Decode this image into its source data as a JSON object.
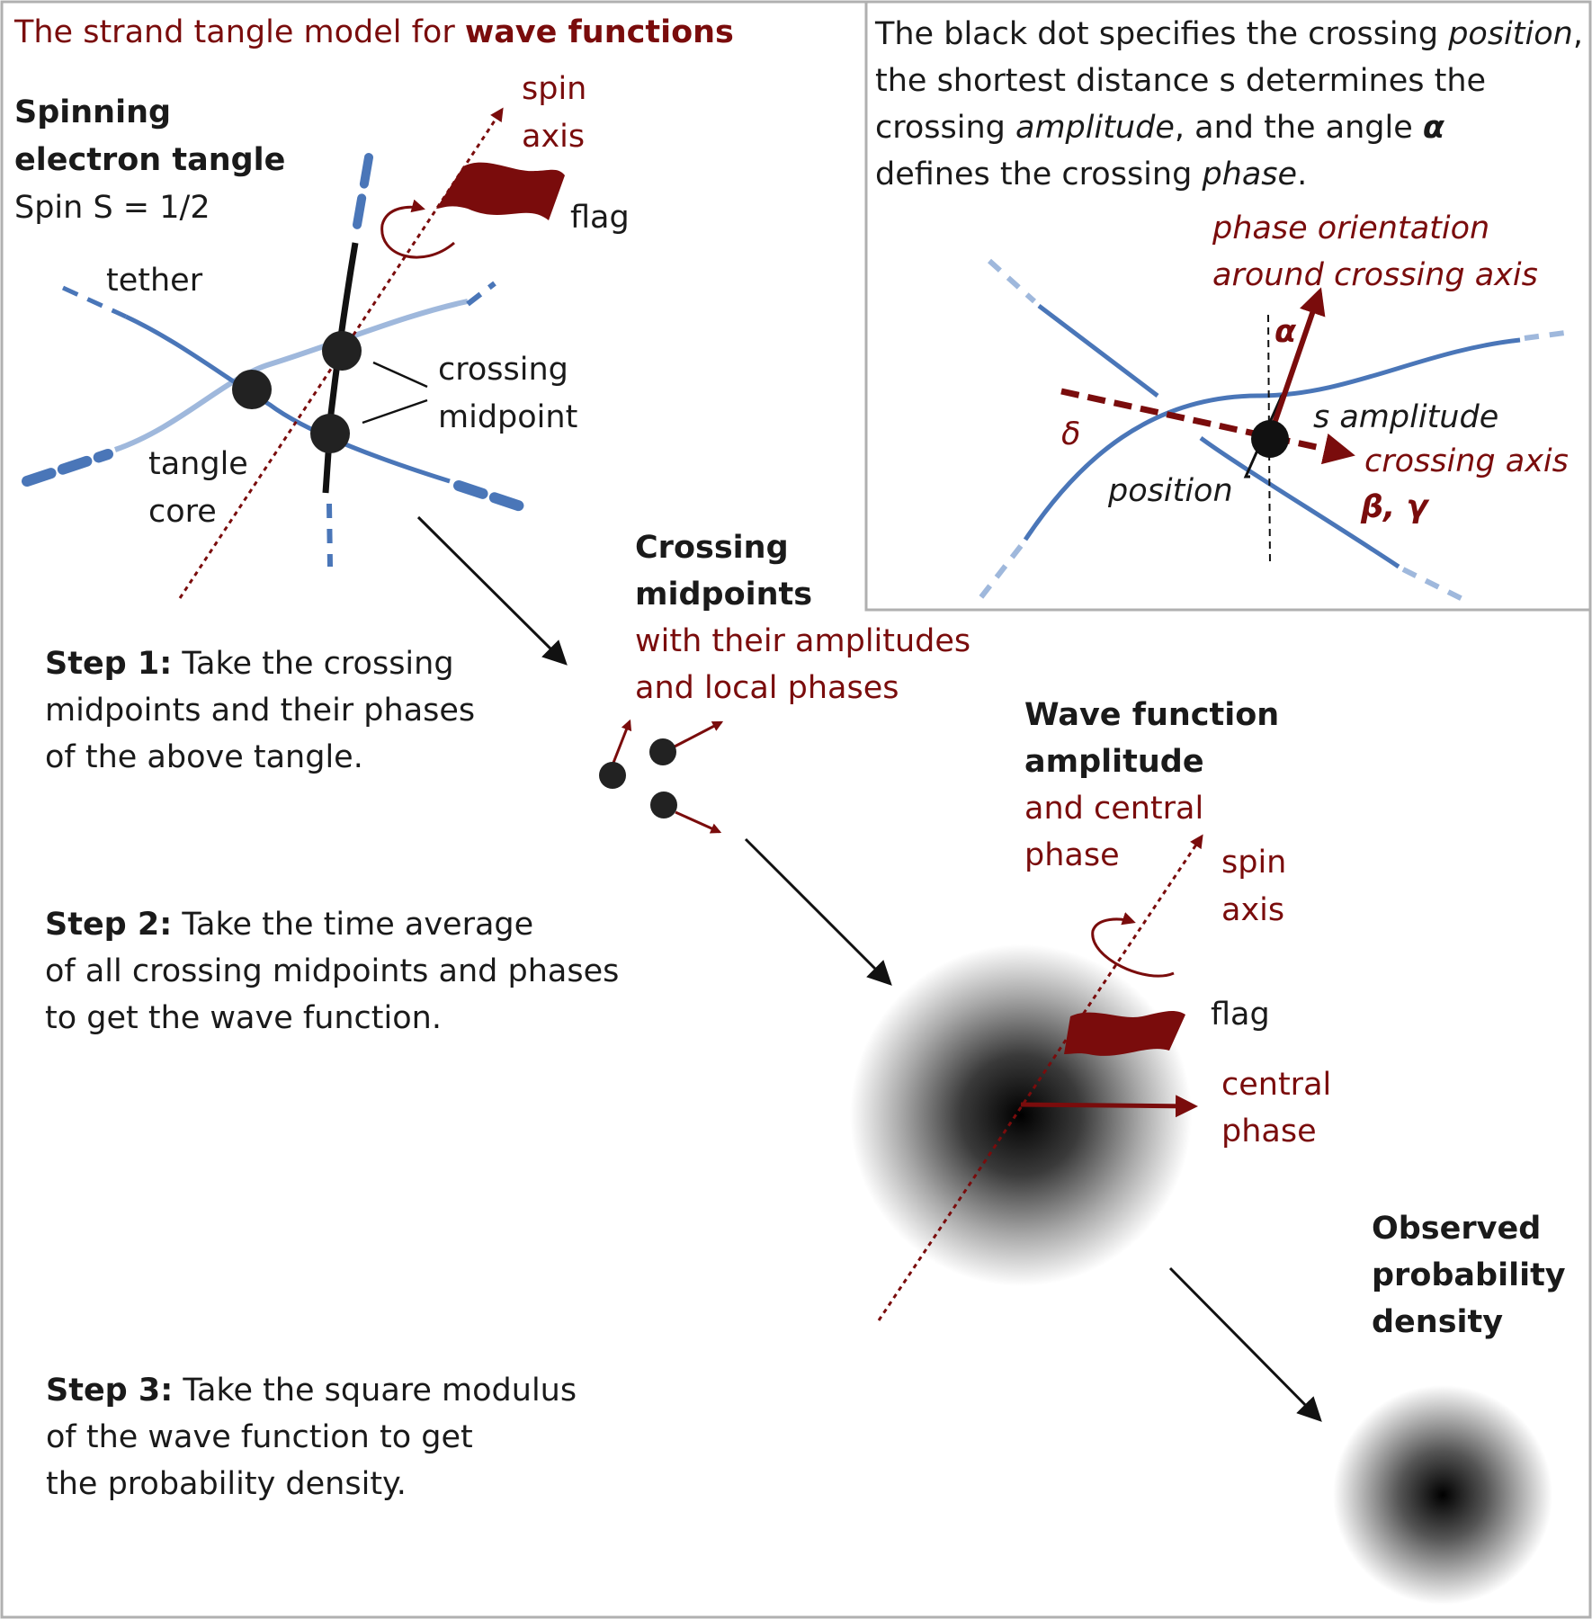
{
  "colors": {
    "accent_red": "#7a0c0c",
    "strand_blue": "#4a76b8",
    "strand_light_blue": "#9fb8dc",
    "text_black": "#1a1a1a",
    "frame_gray": "#b0b0b0"
  },
  "title": {
    "prefix": "The strand tangle model for ",
    "emphasis": "wave functions"
  },
  "inset": {
    "line1_a": "The black dot specifies the crossing ",
    "line1_b": "position",
    "line1_c": ",",
    "line2": "the shortest distance s determines the",
    "line3_a": "crossing ",
    "line3_b": "amplitude",
    "line3_c": ", and the angle ",
    "line3_d": "α",
    "line4_a": "defines the crossing ",
    "line4_b": "phase",
    "line4_c": ".",
    "labels": {
      "phase_orientation_1": "phase orientation",
      "phase_orientation_2": "around crossing axis",
      "alpha": "α",
      "delta": "δ",
      "s_amplitude": "s amplitude",
      "crossing_axis": "crossing axis",
      "beta_gamma": "β, γ",
      "position": "position"
    }
  },
  "tangle": {
    "heading_1": "Spinning",
    "heading_2": "electron tangle",
    "spin_value": "Spin S = 1/2",
    "spin_axis_1": "spin",
    "spin_axis_2": "axis",
    "flag": "flag",
    "tether": "tether",
    "crossing_1": "crossing",
    "crossing_2": "midpoint",
    "core_1": "tangle",
    "core_2": "core"
  },
  "midpoints": {
    "heading_1": "Crossing",
    "heading_2": "midpoints",
    "sub_1": "with their amplitudes",
    "sub_2": "and local phases"
  },
  "steps": [
    {
      "label": "Step 1:",
      "lines": [
        "Take the crossing",
        "midpoints and their phases",
        "of the above tangle."
      ]
    },
    {
      "label": "Step 2:",
      "lines": [
        "Take the time average",
        "of all crossing midpoints and phases",
        "to get the wave function."
      ]
    },
    {
      "label": "Step 3:",
      "lines": [
        "Take the square modulus",
        "of the wave function to get",
        "the probability density."
      ]
    }
  ],
  "wave": {
    "heading_1": "Wave function",
    "heading_2": "amplitude",
    "sub_1": "and central",
    "sub_2": "phase",
    "spin_axis_1": "spin",
    "spin_axis_2": "axis",
    "flag": "flag",
    "central_phase_1": "central",
    "central_phase_2": "phase"
  },
  "density": {
    "heading_1": "Observed",
    "heading_2": "probability",
    "heading_3": "density"
  }
}
